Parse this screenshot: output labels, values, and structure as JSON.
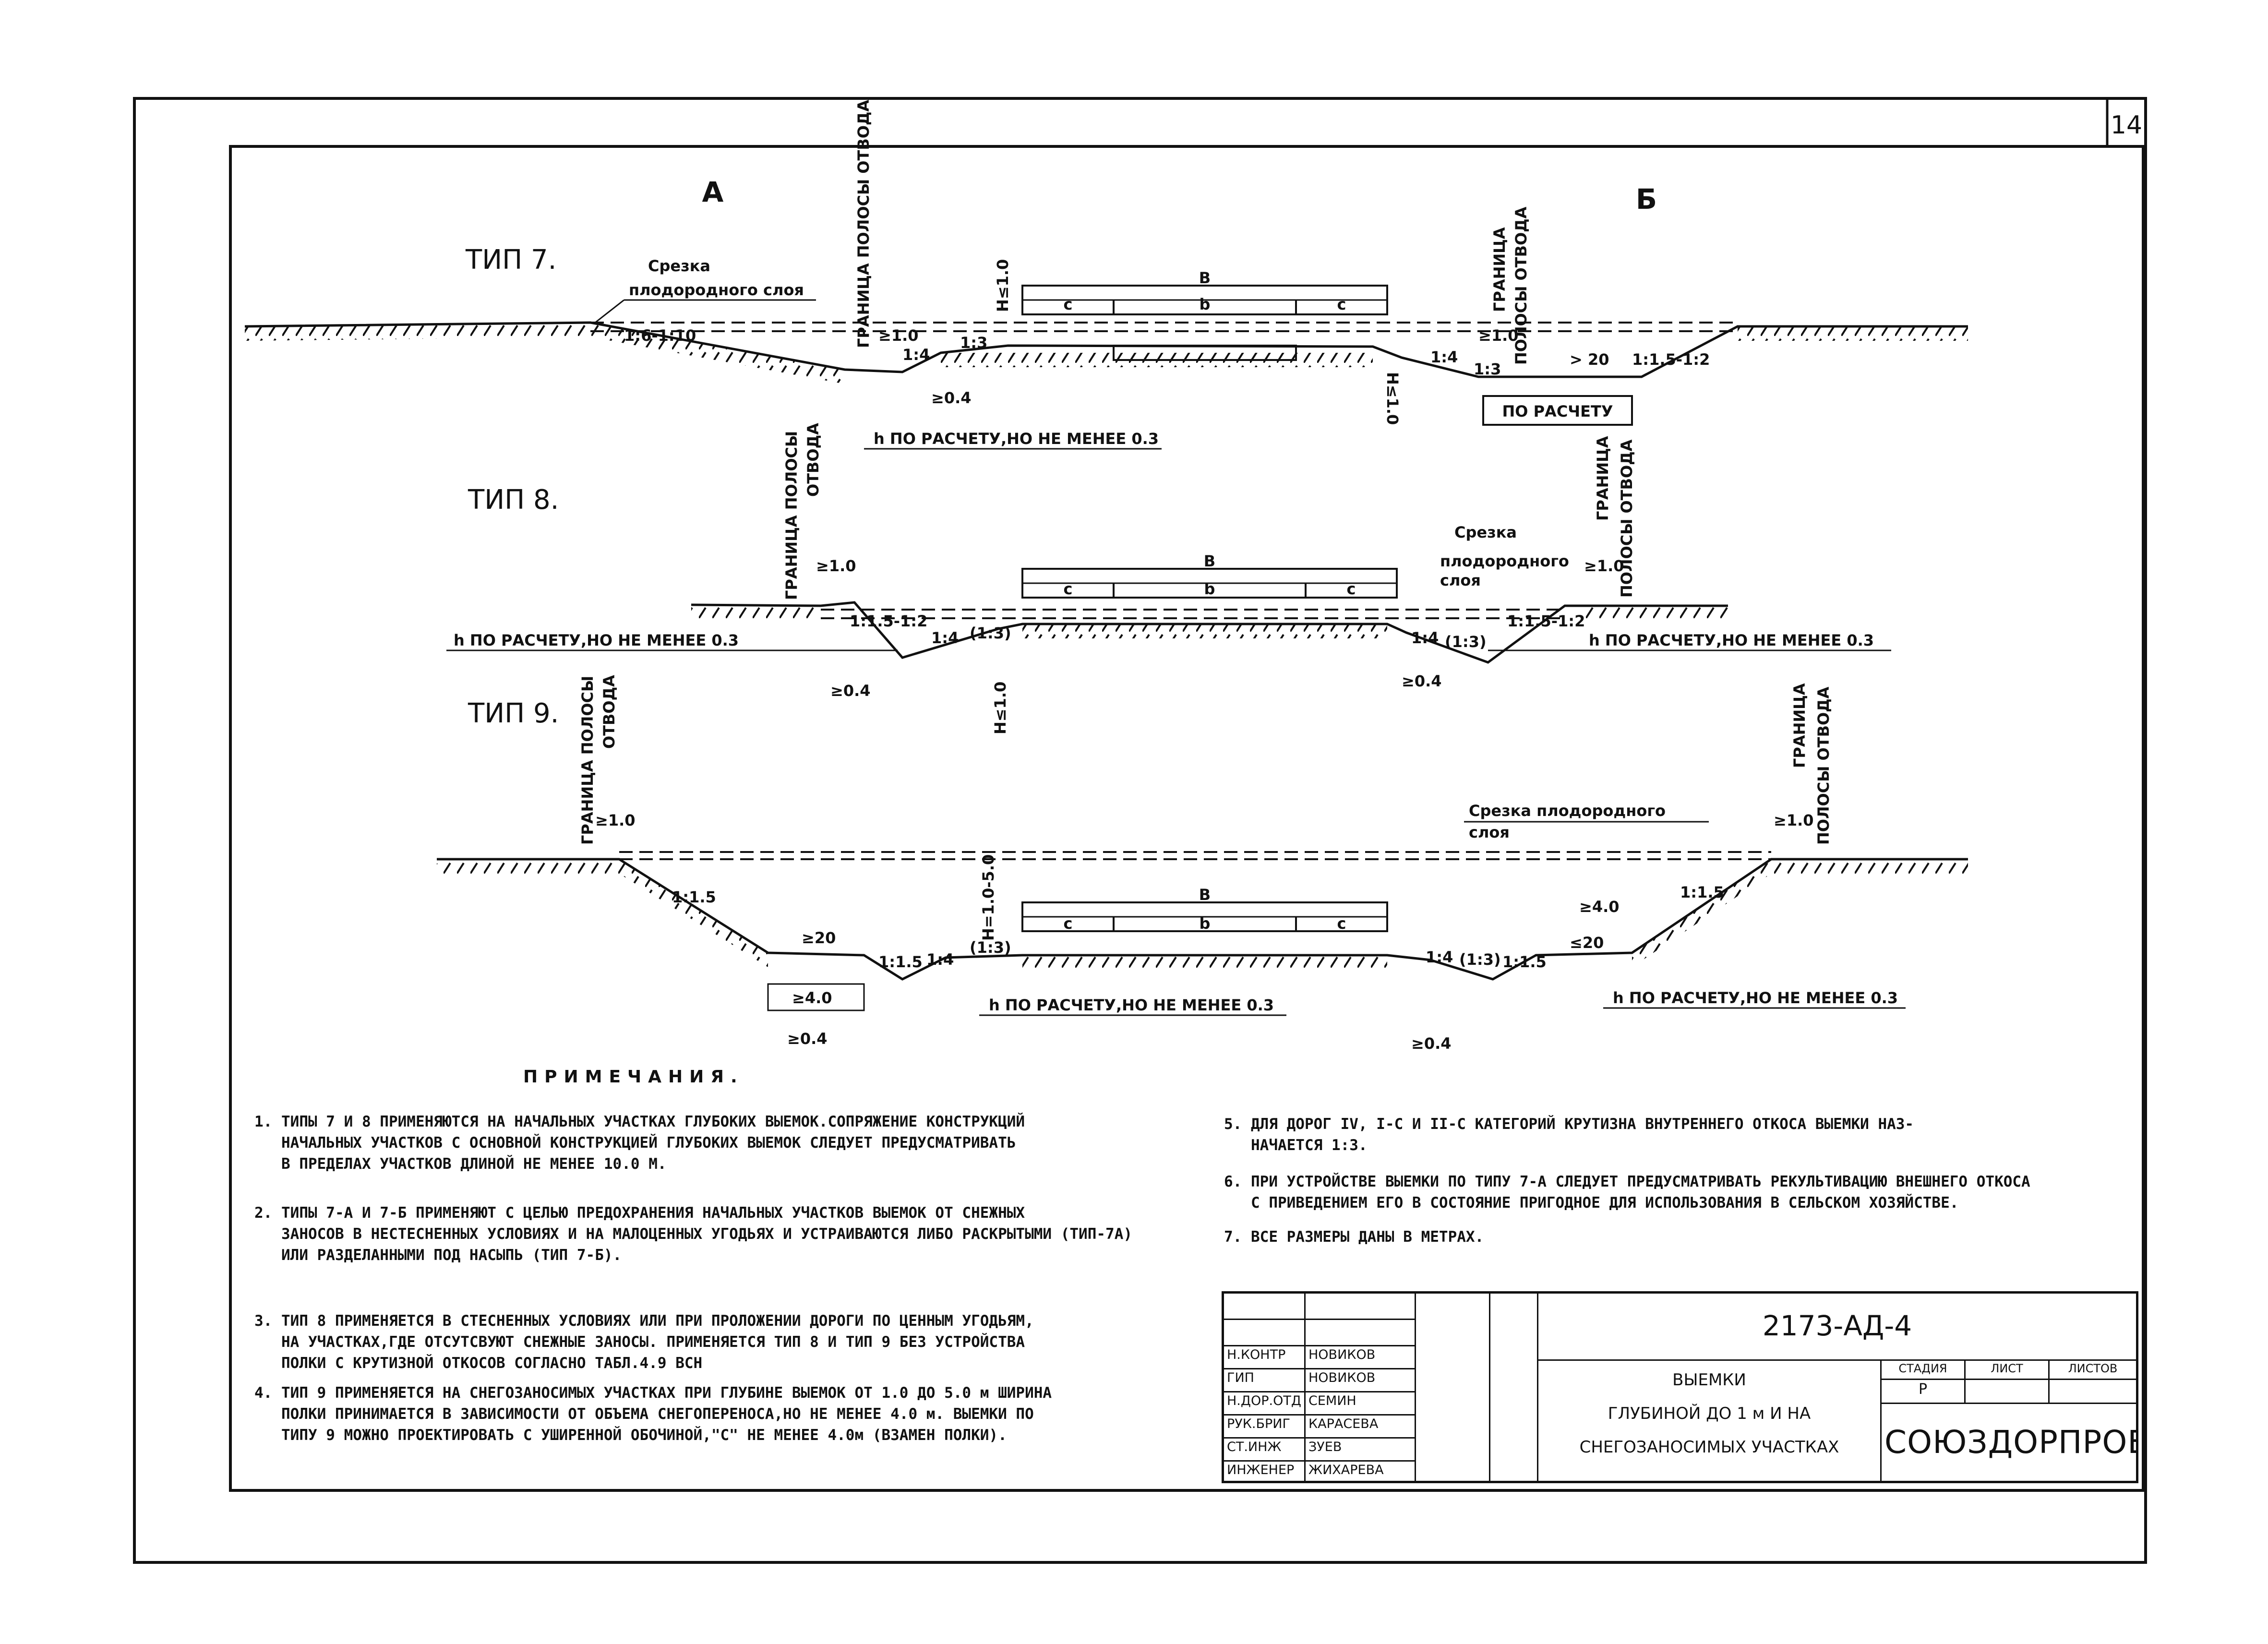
{
  "page_number": "14",
  "column_labels": {
    "left": "А",
    "right": "Б"
  },
  "sections": [
    {
      "id": "type7",
      "title": "ТИП 7.",
      "labels": {
        "cut_label_line1": "Срезка",
        "cut_label_line2": "плодородного слоя",
        "boundary_left": "ГРАНИЦА ПОЛОСЫ ОТВОДА",
        "boundary_right_line1": "ГРАНИЦА",
        "boundary_right_line2": "ПОЛОСЫ ОТВОДА",
        "slope_outer_left": "1:6-1:10",
        "ge10_left": "≥1.0",
        "slope_inner_left_a": "1:4",
        "slope_inner_left_b": "1:3",
        "h_left": "H≤1.0",
        "h_right": "H≤1.0",
        "width_B": "В",
        "width_c_left": "с",
        "width_b": "b",
        "width_c_right": "с",
        "slope_inner_right": "1:4",
        "slope_inner_right_b": "1:3",
        "ge10_right": "≥1.0",
        "dim_20": "> 20",
        "slope_outer_right": "1:1.5-1:2",
        "ge04": "≥0.4",
        "h_calc": "h ПО РАСЧЕТУ,НО НЕ МЕНЕЕ 0.3",
        "by_calc": "ПО РАСЧЕТУ"
      }
    },
    {
      "id": "type8",
      "title": "ТИП 8.",
      "labels": {
        "boundary_left_line1": "ГРАНИЦА ПОЛОСЫ",
        "boundary_left_line2": "ОТВОДА",
        "boundary_right_line1": "ГРАНИЦА",
        "boundary_right_line2": "ПОЛОСЫ ОТВОДА",
        "cut_label_line1": "Срезка",
        "cut_label_line2": "плодородного",
        "cut_label_line3": "слоя",
        "ge10_left": "≥1.0",
        "ge10_right": "≥1.0",
        "slope_outer_left": "1:1.5-1:2",
        "slope_inner_left_a": "1:4",
        "slope_inner_left_b": "(1:3)",
        "slope_inner_right_a": "1:4",
        "slope_inner_right_b": "(1:3)",
        "slope_outer_right": "1:1.5-1:2",
        "width_B": "В",
        "width_c_left": "с",
        "width_b": "b",
        "width_c_right": "с",
        "h_left": "h ПО РАСЧЕТУ,НО НЕ МЕНЕЕ 0.3",
        "h_right": "h ПО РАСЧЕТУ,НО НЕ МЕНЕЕ 0.3",
        "ge04_left": "≥0.4",
        "ge04_right": "≥0.4",
        "h_depth": "H≤1.0"
      }
    },
    {
      "id": "type9",
      "title": "ТИП 9.",
      "labels": {
        "boundary_left_line1": "ГРАНИЦА ПОЛОСЫ",
        "boundary_left_line2": "ОТВОДА",
        "boundary_right_line1": "ГРАНИЦА",
        "boundary_right_line2": "ПОЛОСЫ ОТВОДА",
        "cut_label_line1": "Срезка плодородного",
        "cut_label_line2": "слоя",
        "ge10_left": "≥1.0",
        "ge10_right": "≥1.0",
        "slope_outer_left": "1:1.5",
        "slope_outer_right": "1:1.5",
        "dim_20_left": "≥20",
        "dim_20_right": "≤20",
        "ge40_left": "≥4.0",
        "ge40_right": "≥4.0",
        "slope_inner_left_a": "1:1.5",
        "slope_inner_left_b": "1:4",
        "slope_inner_left_c": "(1:3)",
        "slope_inner_right_a": "1:4",
        "slope_inner_right_b": "(1:3)",
        "slope_inner_right_c": "1:1.5",
        "h_depth": "H=1.0-5.0",
        "width_B": "В",
        "width_c_left": "с",
        "width_b": "b",
        "width_c_right": "с",
        "h_left": "h ПО РАСЧЕТУ,НО НЕ МЕНЕЕ 0.3",
        "h_right": "h ПО РАСЧЕТУ,НО НЕ МЕНЕЕ 0.3",
        "ge04_left": "≥0.4",
        "ge04_right": "≥0.4"
      }
    }
  ],
  "notes": {
    "heading": "ПРИМЕЧАНИЯ.",
    "left": [
      "1. ТИПЫ 7 И 8 ПРИМЕНЯЮТСЯ НА НАЧАЛЬНЫХ УЧАСТКАХ ГЛУБОКИХ ВЫЕМОК.СОПРЯЖЕНИЕ КОНСТРУКЦИЙ\n   НАЧАЛЬНЫХ УЧАСТКОВ С ОСНОВНОЙ КОНСТРУКЦИЕЙ ГЛУБОКИХ ВЫЕМОК СЛЕДУЕТ ПРЕДУСМАТРИВАТЬ\n   В ПРЕДЕЛАХ УЧАСТКОВ ДЛИНОЙ НЕ МЕНЕЕ 10.0 М.",
      "2. ТИПЫ 7-А И 7-Б ПРИМЕНЯЮТ С ЦЕЛЬЮ ПРЕДОХРАНЕНИЯ НАЧАЛЬНЫХ УЧАСТКОВ ВЫЕМОК ОТ СНЕЖНЫХ\n   ЗАНОСОВ В НЕСТЕСНЕННЫХ УСЛОВИЯХ И НА МАЛОЦЕННЫХ УГОДЬЯХ И УСТРАИВАЮТСЯ ЛИБО РАСКРЫТЫМИ (ТИП-7А)\n   ИЛИ РАЗДЕЛАННЫМИ ПОД НАСЫПЬ (ТИП 7-Б).",
      "3. ТИП 8 ПРИМЕНЯЕТСЯ В СТЕСНЕННЫХ УСЛОВИЯХ ИЛИ ПРИ ПРОЛОЖЕНИИ ДОРОГИ ПО ЦЕННЫМ УГОДЬЯМ,\n   НА УЧАСТКАХ,ГДЕ ОТСУТСВУЮТ СНЕЖНЫЕ ЗАНОСЫ. ПРИМЕНЯЕТСЯ ТИП 8 И ТИП 9 БЕЗ УСТРОЙСТВА\n   ПОЛКИ С КРУТИЗНОЙ ОТКОСОВ СОГЛАСНО ТАБЛ.4.9 ВСН",
      "4. ТИП 9 ПРИМЕНЯЕТСЯ НА СНЕГОЗАНОСИМЫХ УЧАСТКАХ ПРИ ГЛУБИНЕ ВЫЕМОК ОТ 1.0 ДО 5.0 м ШИРИНА\n   ПОЛКИ ПРИНИМАЕТСЯ В ЗАВИСИМОСТИ ОТ ОБЪЕМА СНЕГОПЕРЕНОСА,НО НЕ МЕНЕЕ 4.0 м. ВЫЕМКИ ПО\n   ТИПУ 9 МОЖНО ПРОЕКТИРОВАТЬ С УШИРЕННОЙ ОБОЧИНОЙ,\"С\" НЕ МЕНЕЕ 4.0м (ВЗАМЕН ПОЛКИ)."
    ],
    "right": [
      "5. ДЛЯ ДОРОГ IV, I-С И II-С КАТЕГОРИЙ КРУТИЗНА ВНУТРЕННЕГО ОТКОСА ВЫЕМКИ НАЗ-\n   НАЧАЕТСЯ 1:3.",
      "6. ПРИ УСТРОЙСТВЕ ВЫЕМКИ ПО ТИПУ 7-А СЛЕДУЕТ ПРЕДУСМАТРИВАТЬ РЕКУЛЬТИВАЦИЮ ВНЕШНЕГО ОТКОСА\n   С ПРИВЕДЕНИЕМ ЕГО В СОСТОЯНИЕ ПРИГОДНОЕ ДЛЯ ИСПОЛЬЗОВАНИЯ В СЕЛЬСКОМ ХОЗЯЙСТВЕ.",
      "7. ВСЕ РАЗМЕРЫ ДАНЫ В МЕТРАХ."
    ]
  },
  "title_block": {
    "doc_code": "2173-АД-4",
    "title_line1": "ВЫЕМКИ",
    "title_line2": "ГЛУБИНОЙ ДО 1 м И НА",
    "title_line3": "СНЕГОЗАНОСИМЫХ УЧАСТКАХ",
    "org": "СОЮЗДОРПРОЕКТ",
    "stage_header": "СТАДИЯ",
    "sheet_header": "ЛИСТ",
    "sheets_header": "ЛИСТОВ",
    "stage_value": "Р",
    "signatures": [
      {
        "role": "Н.КОНТР",
        "name": "НОВИКОВ"
      },
      {
        "role": "ГИП",
        "name": "НОВИКОВ"
      },
      {
        "role": "Н.ДОР.ОТД",
        "name": "СЕМИН"
      },
      {
        "role": "РУК.БРИГ",
        "name": "КАРАСЕВА"
      },
      {
        "role": "СТ.ИНЖ",
        "name": "ЗУЕВ"
      },
      {
        "role": "ИНЖЕНЕР",
        "name": "ЖИХАРЕВА"
      }
    ]
  }
}
